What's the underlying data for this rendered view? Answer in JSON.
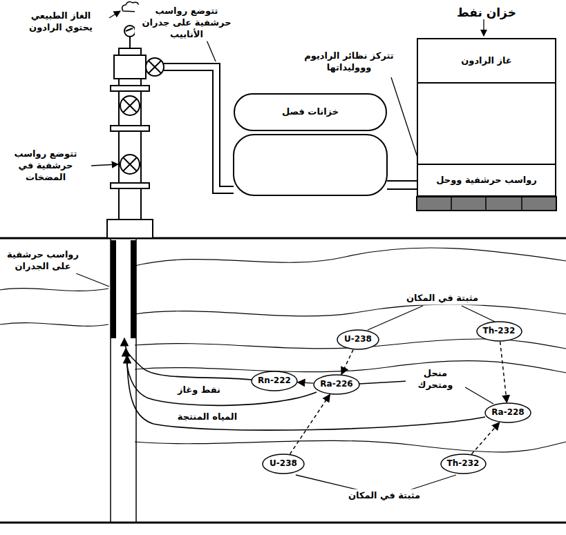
{
  "diagram": {
    "nodes": [
      {
        "text": [
          "خزان نفط"
        ]
      },
      {
        "text": [
          "غاز الرادون"
        ],
        "in": 0
      },
      {
        "text": [
          "رواسب حرشفية ووحل"
        ],
        "in": 0
      },
      {
        "text": [
          "خزانات فصل"
        ]
      },
      {
        "text": [
          "U-238"
        ]
      },
      {
        "text": [
          "Th-232"
        ]
      },
      {
        "text": [
          "Rn-222"
        ]
      },
      {
        "text": [
          "Ra-226"
        ]
      },
      {
        "text": [
          "Ra-228"
        ]
      },
      {
        "text": [
          "U-238"
        ]
      },
      {
        "text": [
          "Th-232"
        ]
      }
    ],
    "edges": [
      {
        "from": 2,
        "to": 1,
        "arrow": "to"
      },
      {
        "from": 4,
        "to": 7,
        "arrow": "to"
      },
      {
        "from": 5,
        "to": 8,
        "arrow": "to"
      },
      {
        "from": 7,
        "to": 6,
        "arrow": "to"
      },
      {
        "from": 9,
        "to": 7,
        "arrow": "to"
      },
      {
        "from": 10,
        "to": 8,
        "arrow": "to"
      }
    ],
    "labels": [
      "الغاز الطبيعي يحتوي الرادون",
      "تتوضع رواسب حرشفية على جدران الأنابيب",
      "تتركز نظائر الراديوم وووليداتها",
      "تتوضع رواسب حرشفية في المضخات",
      "رواسب حرشفية على الجدران",
      "مثبتة في المكان",
      "منحل ومتحرك",
      "نفط وغاز",
      "المياه المنتجة",
      "مثبتة في المكان"
    ]
  }
}
